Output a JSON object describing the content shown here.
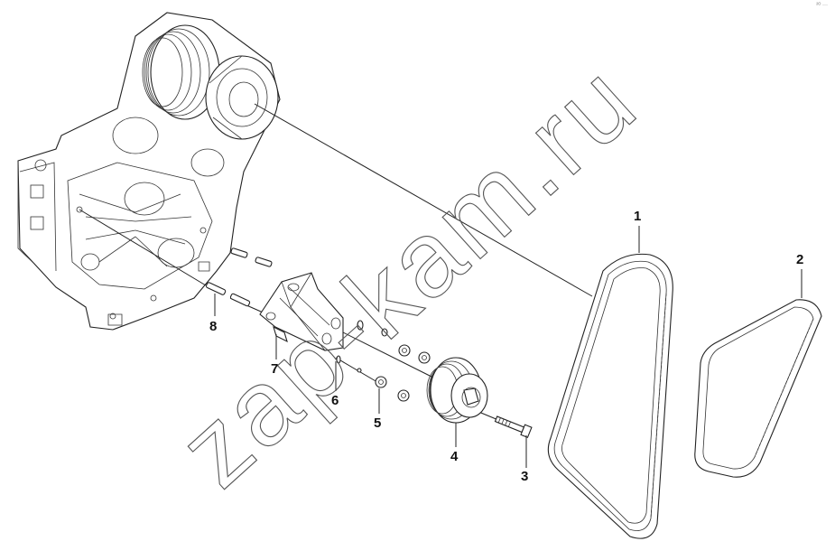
{
  "watermark": "zap-kam.ru",
  "corner_mark": "²ᴼ ···",
  "parts": [
    {
      "id": "1",
      "label": "1"
    },
    {
      "id": "2",
      "label": "2"
    },
    {
      "id": "3",
      "label": "3"
    },
    {
      "id": "4",
      "label": "4"
    },
    {
      "id": "5",
      "label": "5"
    },
    {
      "id": "6",
      "label": "6"
    },
    {
      "id": "7",
      "label": "7"
    },
    {
      "id": "8",
      "label": "8"
    }
  ],
  "colors": {
    "line": "#222222",
    "watermark": "#555555",
    "background": "#ffffff"
  }
}
